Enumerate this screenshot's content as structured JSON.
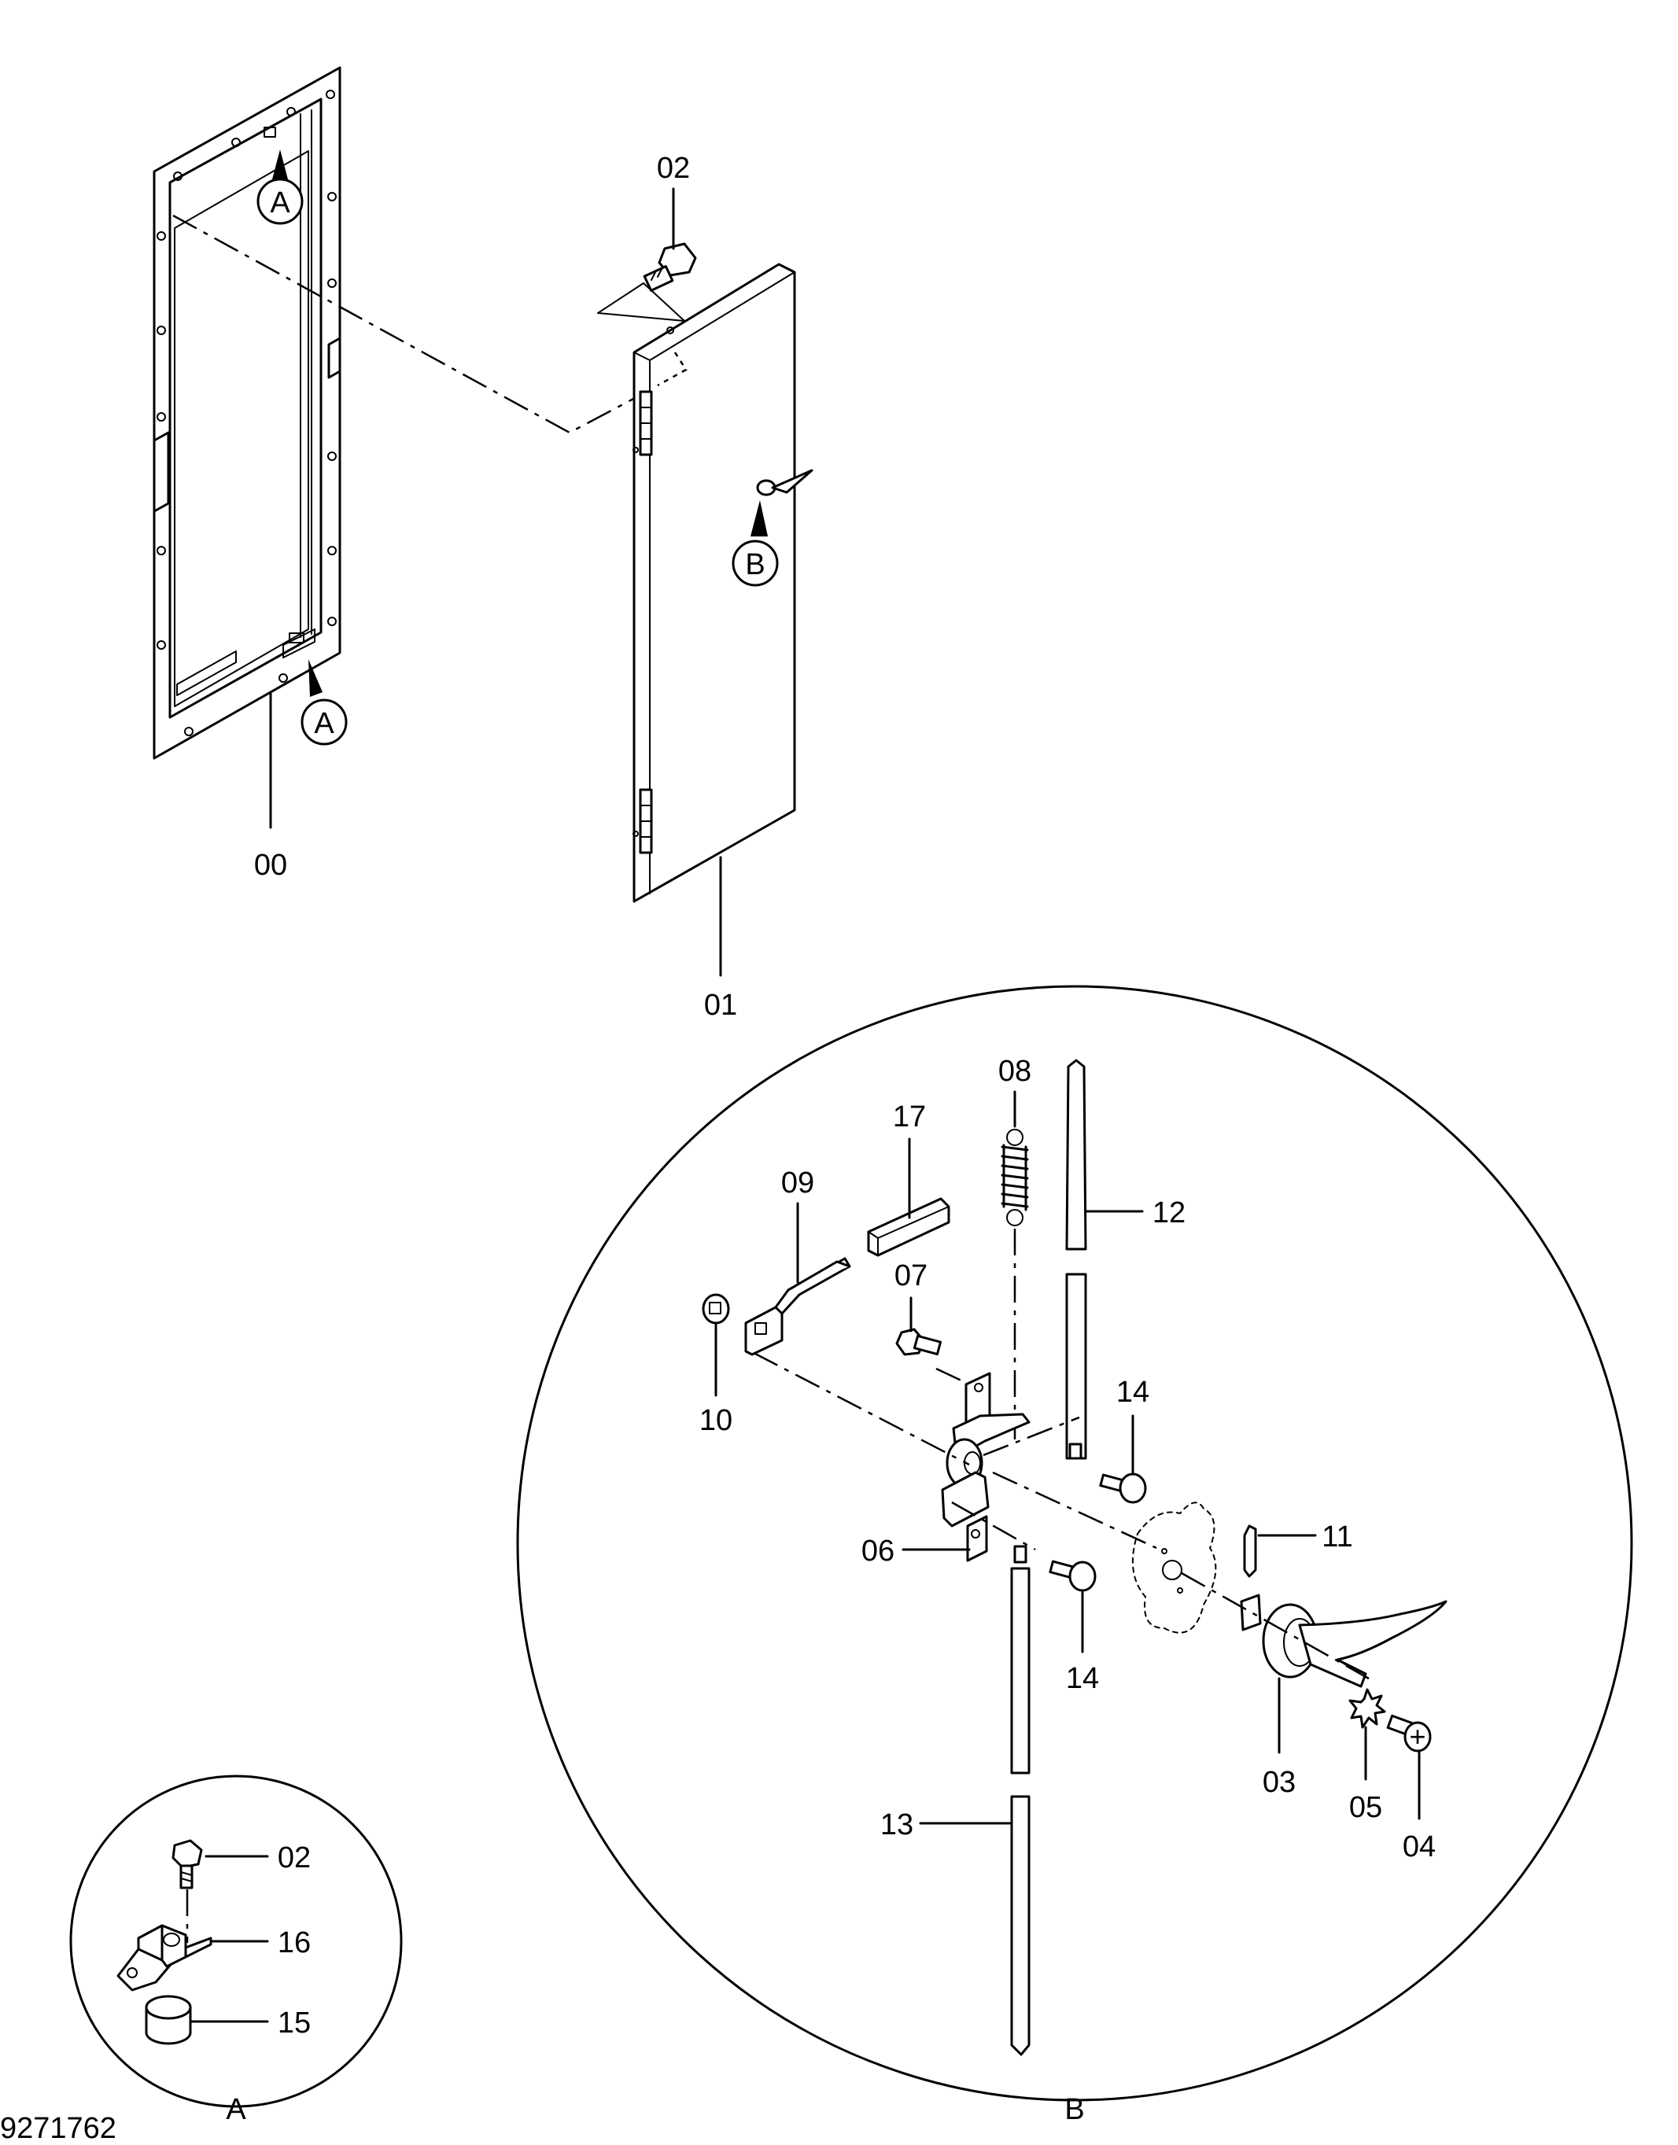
{
  "drawing_id": "9271762",
  "view_refs": {
    "a": "A",
    "b": "B"
  },
  "callouts": {
    "c00": "00",
    "c01": "01",
    "c02": "02",
    "c02_detail": "02",
    "c03": "03",
    "c04": "04",
    "c05": "05",
    "c06": "06",
    "c07": "07",
    "c08": "08",
    "c09": "09",
    "c10": "10",
    "c11": "11",
    "c12": "12",
    "c13": "13",
    "c14_top": "14",
    "c14_bottom": "14",
    "c15": "15",
    "c16": "16",
    "c17": "17"
  },
  "icons": {
    "view_marker": "circle-letter-arrow-icon"
  }
}
